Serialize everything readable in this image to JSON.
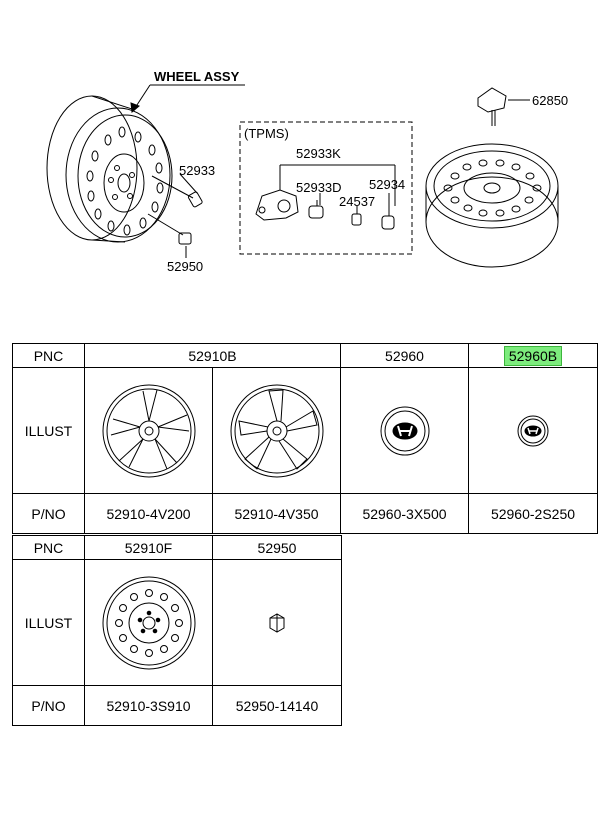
{
  "diagram": {
    "title": "WHEEL ASSY",
    "tpms_label": "(TPMS)",
    "callouts": {
      "p62850": "62850",
      "p52933": "52933",
      "p52950": "52950",
      "p52933K": "52933K",
      "p52933D": "52933D",
      "p52934": "52934",
      "p24537": "24537"
    }
  },
  "table1": {
    "row_labels": {
      "pnc": "PNC",
      "illust": "ILLUST",
      "pno": "P/NO"
    },
    "pnc": [
      "52910B",
      "52960",
      "52960B"
    ],
    "pno": [
      "52910-4V200",
      "52910-4V350",
      "52960-3X500",
      "52960-2S250"
    ]
  },
  "table2": {
    "row_labels": {
      "pnc": "PNC",
      "illust": "ILLUST",
      "pno": "P/NO"
    },
    "pnc": [
      "52910F",
      "52950"
    ],
    "pno": [
      "52910-3S910",
      "52950-14140"
    ]
  },
  "colors": {
    "highlight": "#7dec7d",
    "line": "#000000"
  }
}
